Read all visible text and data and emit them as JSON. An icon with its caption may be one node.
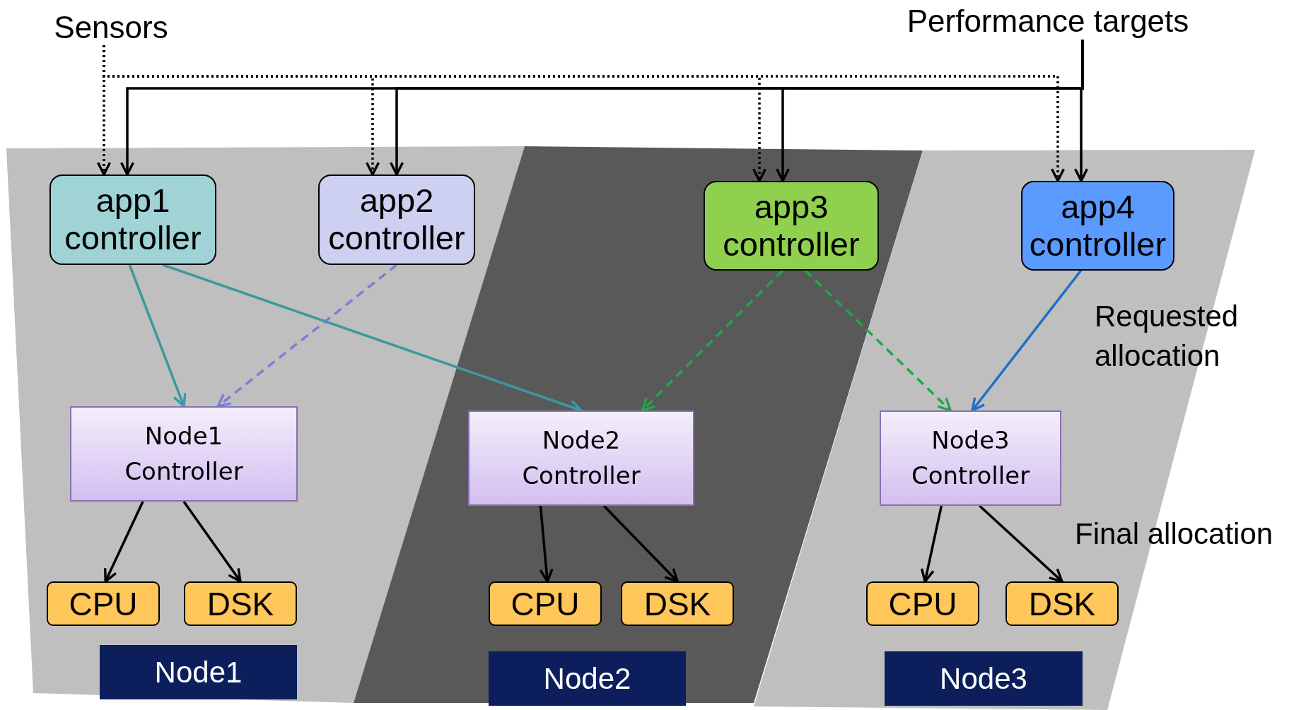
{
  "diagram": {
    "nodes": [
      {
        "text": [
          "Sensors"
        ]
      },
      {
        "text": [
          "Performance targets"
        ]
      },
      {
        "text": [
          "app1 controller"
        ]
      },
      {
        "text": [
          "app2 controller"
        ]
      },
      {
        "text": [
          "app3 controller"
        ]
      },
      {
        "text": [
          "app4 controller"
        ]
      },
      {
        "text": [
          "Node1 Controller"
        ]
      },
      {
        "text": [
          "Node2 Controller"
        ]
      },
      {
        "text": [
          "Node3 Controller"
        ]
      },
      {
        "text": [
          "CPU"
        ]
      },
      {
        "text": [
          "DSK"
        ]
      },
      {
        "text": [
          "CPU"
        ]
      },
      {
        "text": [
          "DSK"
        ]
      },
      {
        "text": [
          "CPU"
        ]
      },
      {
        "text": [
          "DSK"
        ]
      },
      {
        "text": [
          "Node1"
        ]
      },
      {
        "text": [
          "Node2"
        ]
      },
      {
        "text": [
          "Node3"
        ]
      }
    ],
    "edges": [
      {
        "from": 0,
        "to": 2,
        "arrow": "to",
        "style": "dashed"
      },
      {
        "from": 0,
        "to": 3,
        "arrow": "to",
        "style": "dashed"
      },
      {
        "from": 0,
        "to": 4,
        "arrow": "to",
        "style": "dashed"
      },
      {
        "from": 0,
        "to": 5,
        "arrow": "to",
        "style": "dashed"
      },
      {
        "from": 1,
        "to": 2,
        "arrow": "to"
      },
      {
        "from": 1,
        "to": 3,
        "arrow": "to"
      },
      {
        "from": 1,
        "to": 4,
        "arrow": "to"
      },
      {
        "from": 1,
        "to": 5,
        "arrow": "to"
      },
      {
        "from": 2,
        "to": 6,
        "arrow": "to",
        "color": "#3a9a9e"
      },
      {
        "from": 2,
        "to": 7,
        "arrow": "to",
        "color": "#3a9a9e"
      },
      {
        "from": 3,
        "to": 6,
        "arrow": "to",
        "style": "dashed",
        "color": "#7b7fd6"
      },
      {
        "from": 4,
        "to": 7,
        "arrow": "to",
        "style": "dashed",
        "color": "#1fa84a"
      },
      {
        "from": 4,
        "to": 8,
        "arrow": "to",
        "style": "dashed",
        "color": "#1fa84a"
      },
      {
        "from": 5,
        "to": 8,
        "arrow": "to",
        "color": "#1f6fc4"
      },
      {
        "from": 6,
        "to": 9,
        "arrow": "to"
      },
      {
        "from": 6,
        "to": 10,
        "arrow": "to"
      },
      {
        "from": 7,
        "to": 11,
        "arrow": "to"
      },
      {
        "from": 7,
        "to": 12,
        "arrow": "to"
      },
      {
        "from": 8,
        "to": 13,
        "arrow": "to"
      },
      {
        "from": 8,
        "to": 14,
        "arrow": "to"
      }
    ],
    "labels": [
      "Requested allocation",
      "Final allocation"
    ]
  }
}
